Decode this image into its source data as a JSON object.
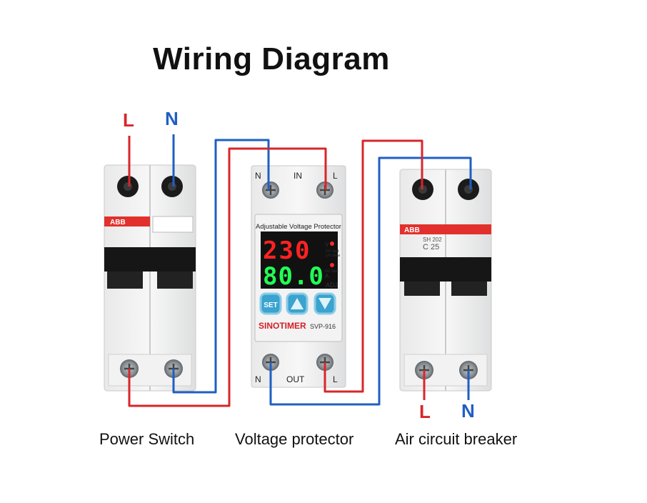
{
  "title": "Wiring Diagram",
  "captions": {
    "power_switch": "Power Switch",
    "voltage_protector": "Voltage protector",
    "air_breaker": "Air circuit breaker"
  },
  "labels": {
    "input_L": "L",
    "input_N": "N",
    "output_L": "L",
    "output_N": "N"
  },
  "power_switch": {
    "brand": "ABB"
  },
  "protector": {
    "terminal_top_left": "N",
    "terminal_top_mid": "IN",
    "terminal_top_right": "L",
    "terminal_bottom_left": "N",
    "terminal_bottom_mid": "OUT",
    "terminal_bottom_right": "L",
    "header": "Adjustable Voltage Protector",
    "voltage_display": "230",
    "current_display": "80.0",
    "unit_v": "V",
    "unit_a": "A",
    "led1_a": "OV fast",
    "led1_b": "UV slow",
    "led2": "OC fast",
    "adj": "ADJ",
    "btn_set": "SET",
    "brand": "SINOTIMER",
    "model": "SVP-916"
  },
  "breaker": {
    "brand": "ABB",
    "model": "SH 202",
    "rating": "C 25"
  },
  "colors": {
    "live": "#d9262a",
    "neutral": "#1f5fc4",
    "abb_red": "#e2312c",
    "display_red": "#ff2222",
    "display_green": "#22ff55",
    "button_blue": "#3aa3cf"
  }
}
